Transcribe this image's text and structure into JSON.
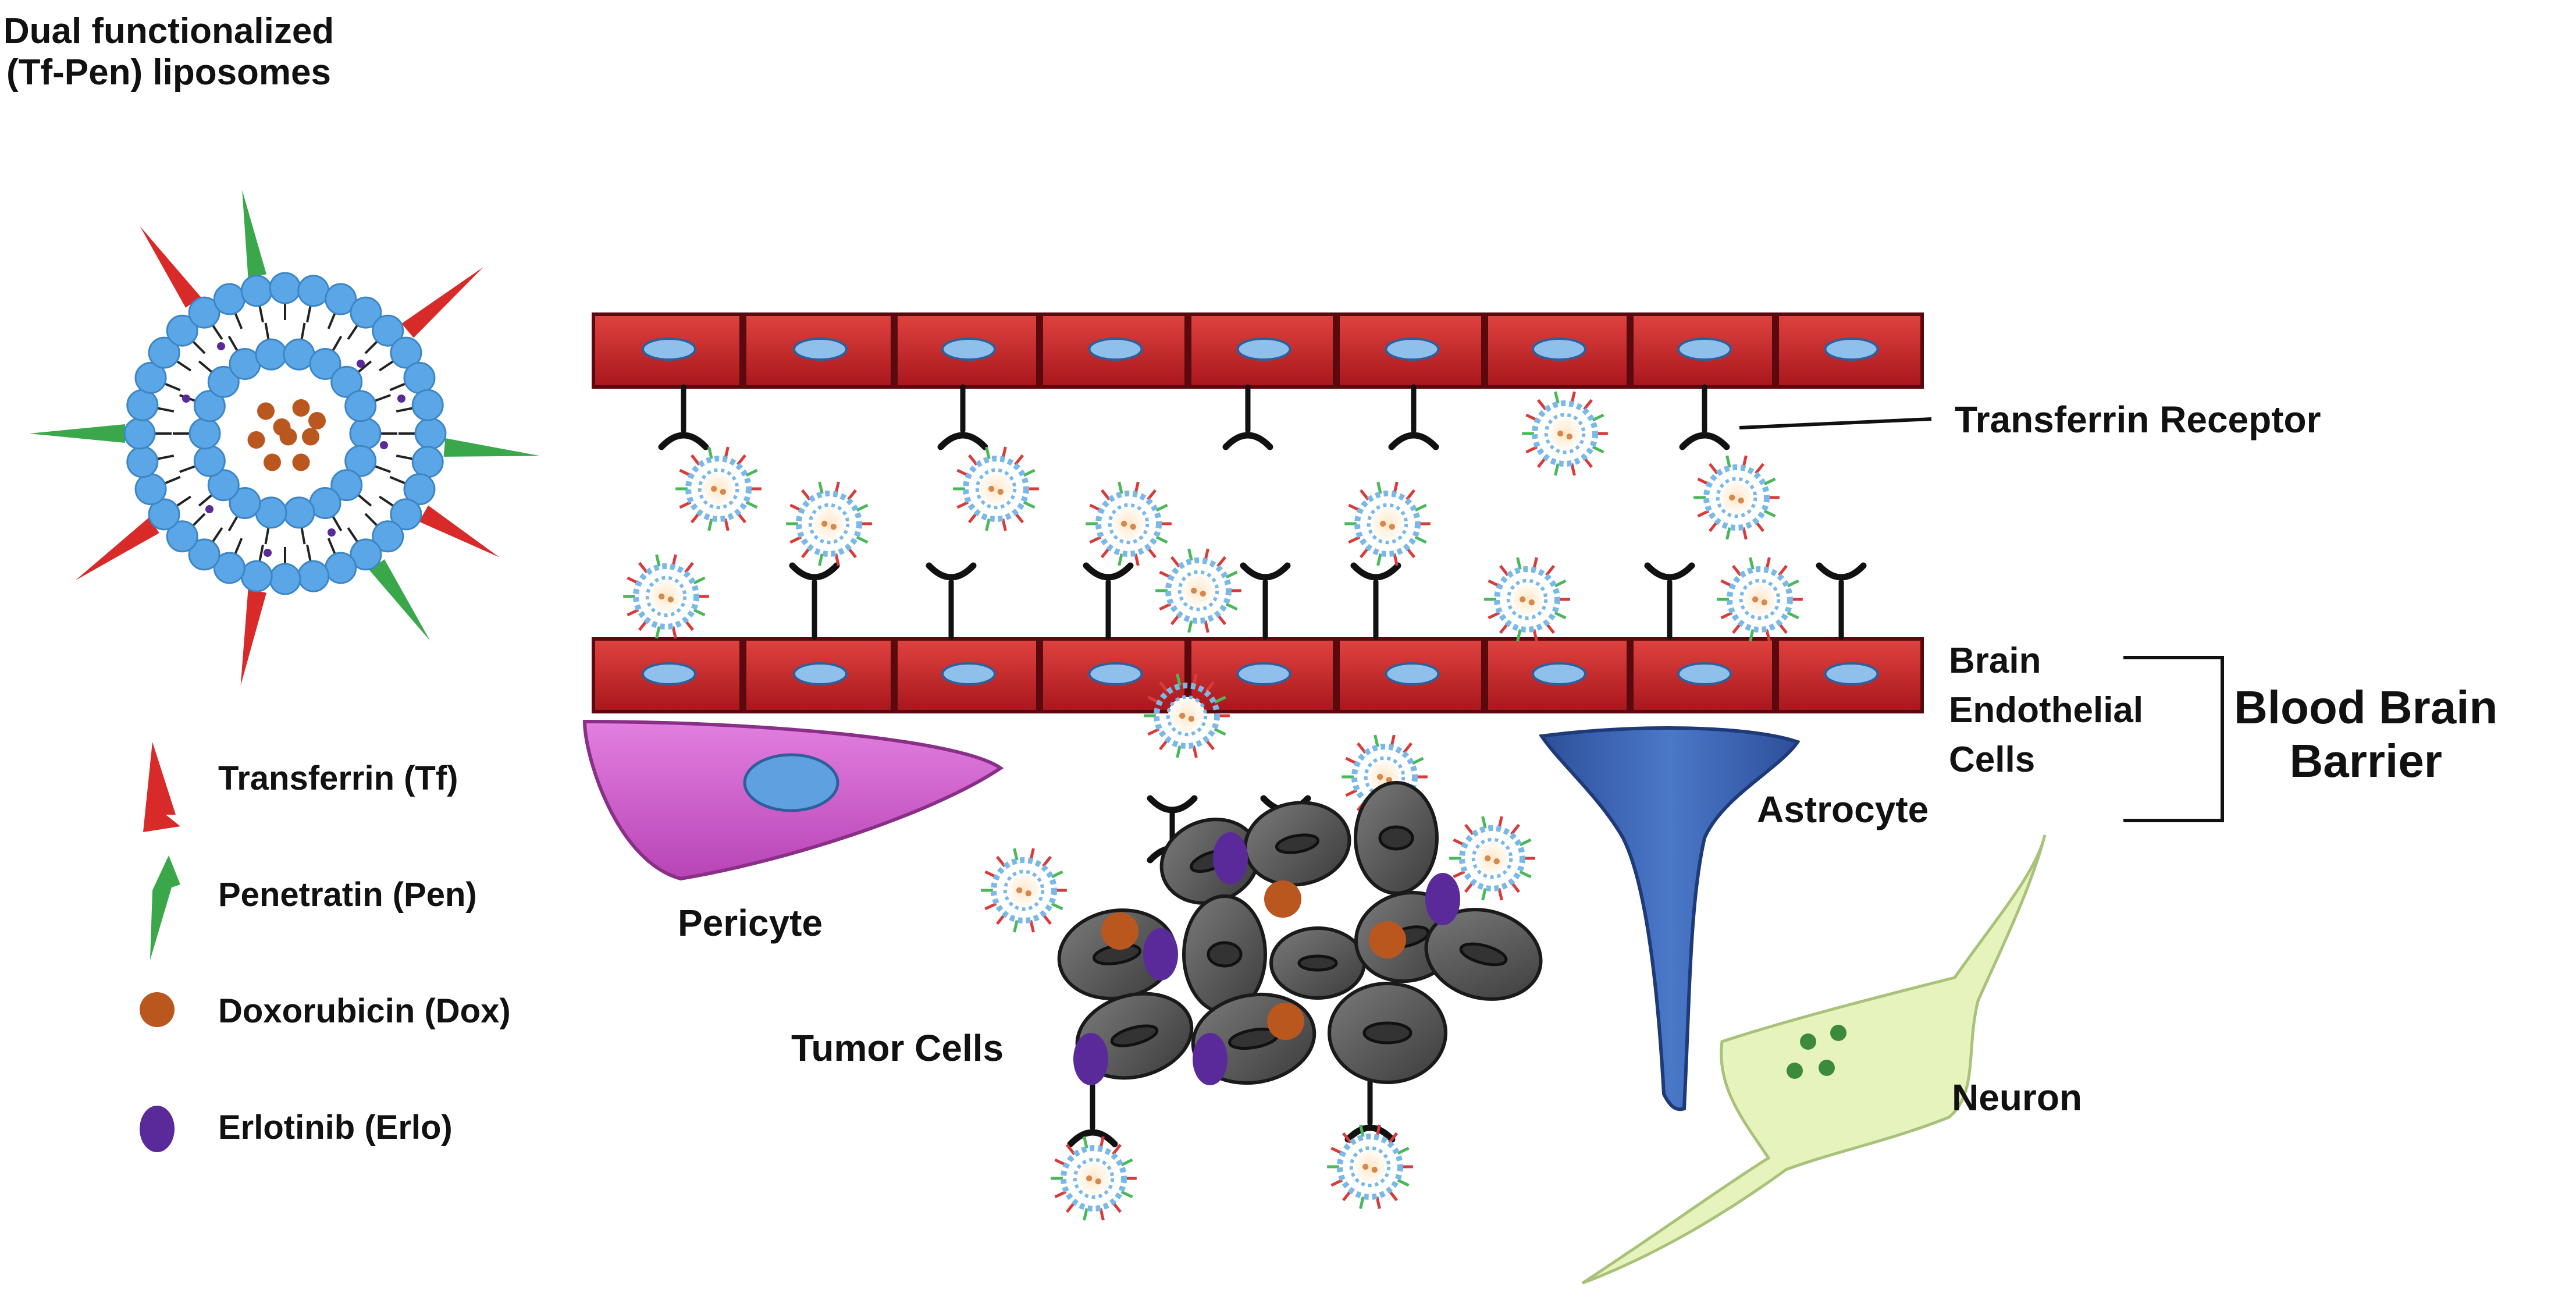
{
  "title_line1": "Dual functionalized",
  "title_line2": "(Tf-Pen) liposomes",
  "legend": [
    {
      "label": "Transferrin (Tf)",
      "color": "#d92a2a",
      "icon": "red-spike-icon"
    },
    {
      "label": "Penetratin (Pen)",
      "color": "#3aa84a",
      "icon": "green-spike-icon"
    },
    {
      "label": "Doxorubicin (Dox)",
      "color": "#b9571f",
      "icon": "orange-dot-icon"
    },
    {
      "label": "Erlotinib (Erlo)",
      "color": "#5a2a9a",
      "icon": "purple-oval-icon"
    }
  ],
  "labels": {
    "transferrin_receptor": "Transferrin Receptor",
    "brain": "Brain",
    "endothelial": "Endothelial",
    "cells": "Cells",
    "bbb_line1": "Blood Brain",
    "bbb_line2": "Barrier",
    "astrocyte": "Astrocyte",
    "pericyte": "Pericyte",
    "tumor_cells": "Tumor Cells",
    "neuron": "Neuron"
  },
  "colors": {
    "endothelial_cell": "#c8232a",
    "nucleus": "#6fa8dc",
    "pericyte": "#d15fd0",
    "astrocyte": "#3a62b5",
    "neuron": "#e3f2b8",
    "tumor_cell": "#5a5a5a",
    "lipid_head": "#5aa6e6",
    "receptor": "#111111"
  }
}
